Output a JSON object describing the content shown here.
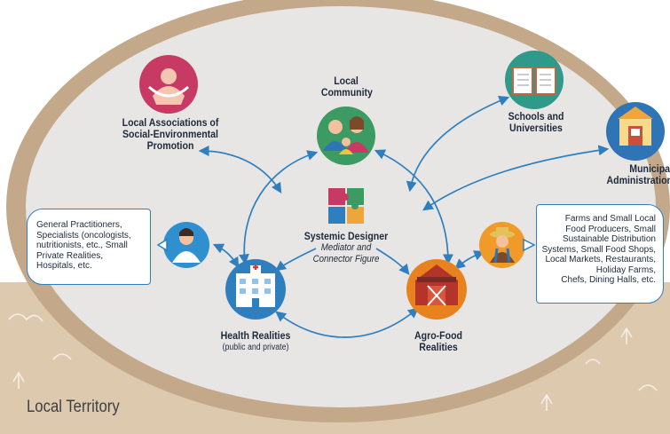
{
  "territory_label": "Local Territory",
  "nodes": {
    "local_community": {
      "lines": [
        "Local",
        "Community"
      ]
    },
    "local_associations": {
      "lines": [
        "Local Associations of",
        "Social-Environmental",
        "Promotion"
      ]
    },
    "schools": {
      "lines": [
        "Schools and",
        "Universities"
      ]
    },
    "municipal": {
      "lines": [
        "Municipal",
        "Administration"
      ]
    },
    "systemic_designer": {
      "title": "Systemic Designer",
      "sub": [
        "Mediator and",
        "Connector Figure"
      ]
    },
    "health": {
      "title": "Health Realities",
      "sub": "(public and private)"
    },
    "agro": {
      "lines": [
        "Agro-Food",
        "Realities"
      ]
    }
  },
  "left_box": {
    "lines": [
      "General Practitioners,",
      "Specialists (oncologists,",
      "nutritionists, etc., Small",
      "Private Realities,",
      "Hospitals, etc."
    ]
  },
  "right_box": {
    "lines": [
      "Farms and Small Local",
      "Food Producers, Small",
      "Sustainable Distribution",
      "Systems, Small Food Shops,",
      "Local Markets, Restaurants,",
      "Holiday Farms,",
      "Chefs, Dining Halls, etc."
    ]
  },
  "colors": {
    "background_top": "#ffffff",
    "ground": "#ddc9ae",
    "ring": "#c3a88a",
    "ellipse_fill": "#e8e6e4",
    "arrow": "#2f7fbf",
    "associations": "#c73a63",
    "community": "#3c9b62",
    "schools": "#2f9a8b",
    "municipal": "#2f74b4",
    "health": "#2f7fbf",
    "agro": "#e8821f",
    "farmer": "#f09a2a",
    "doctor": "#2f8fcf"
  }
}
